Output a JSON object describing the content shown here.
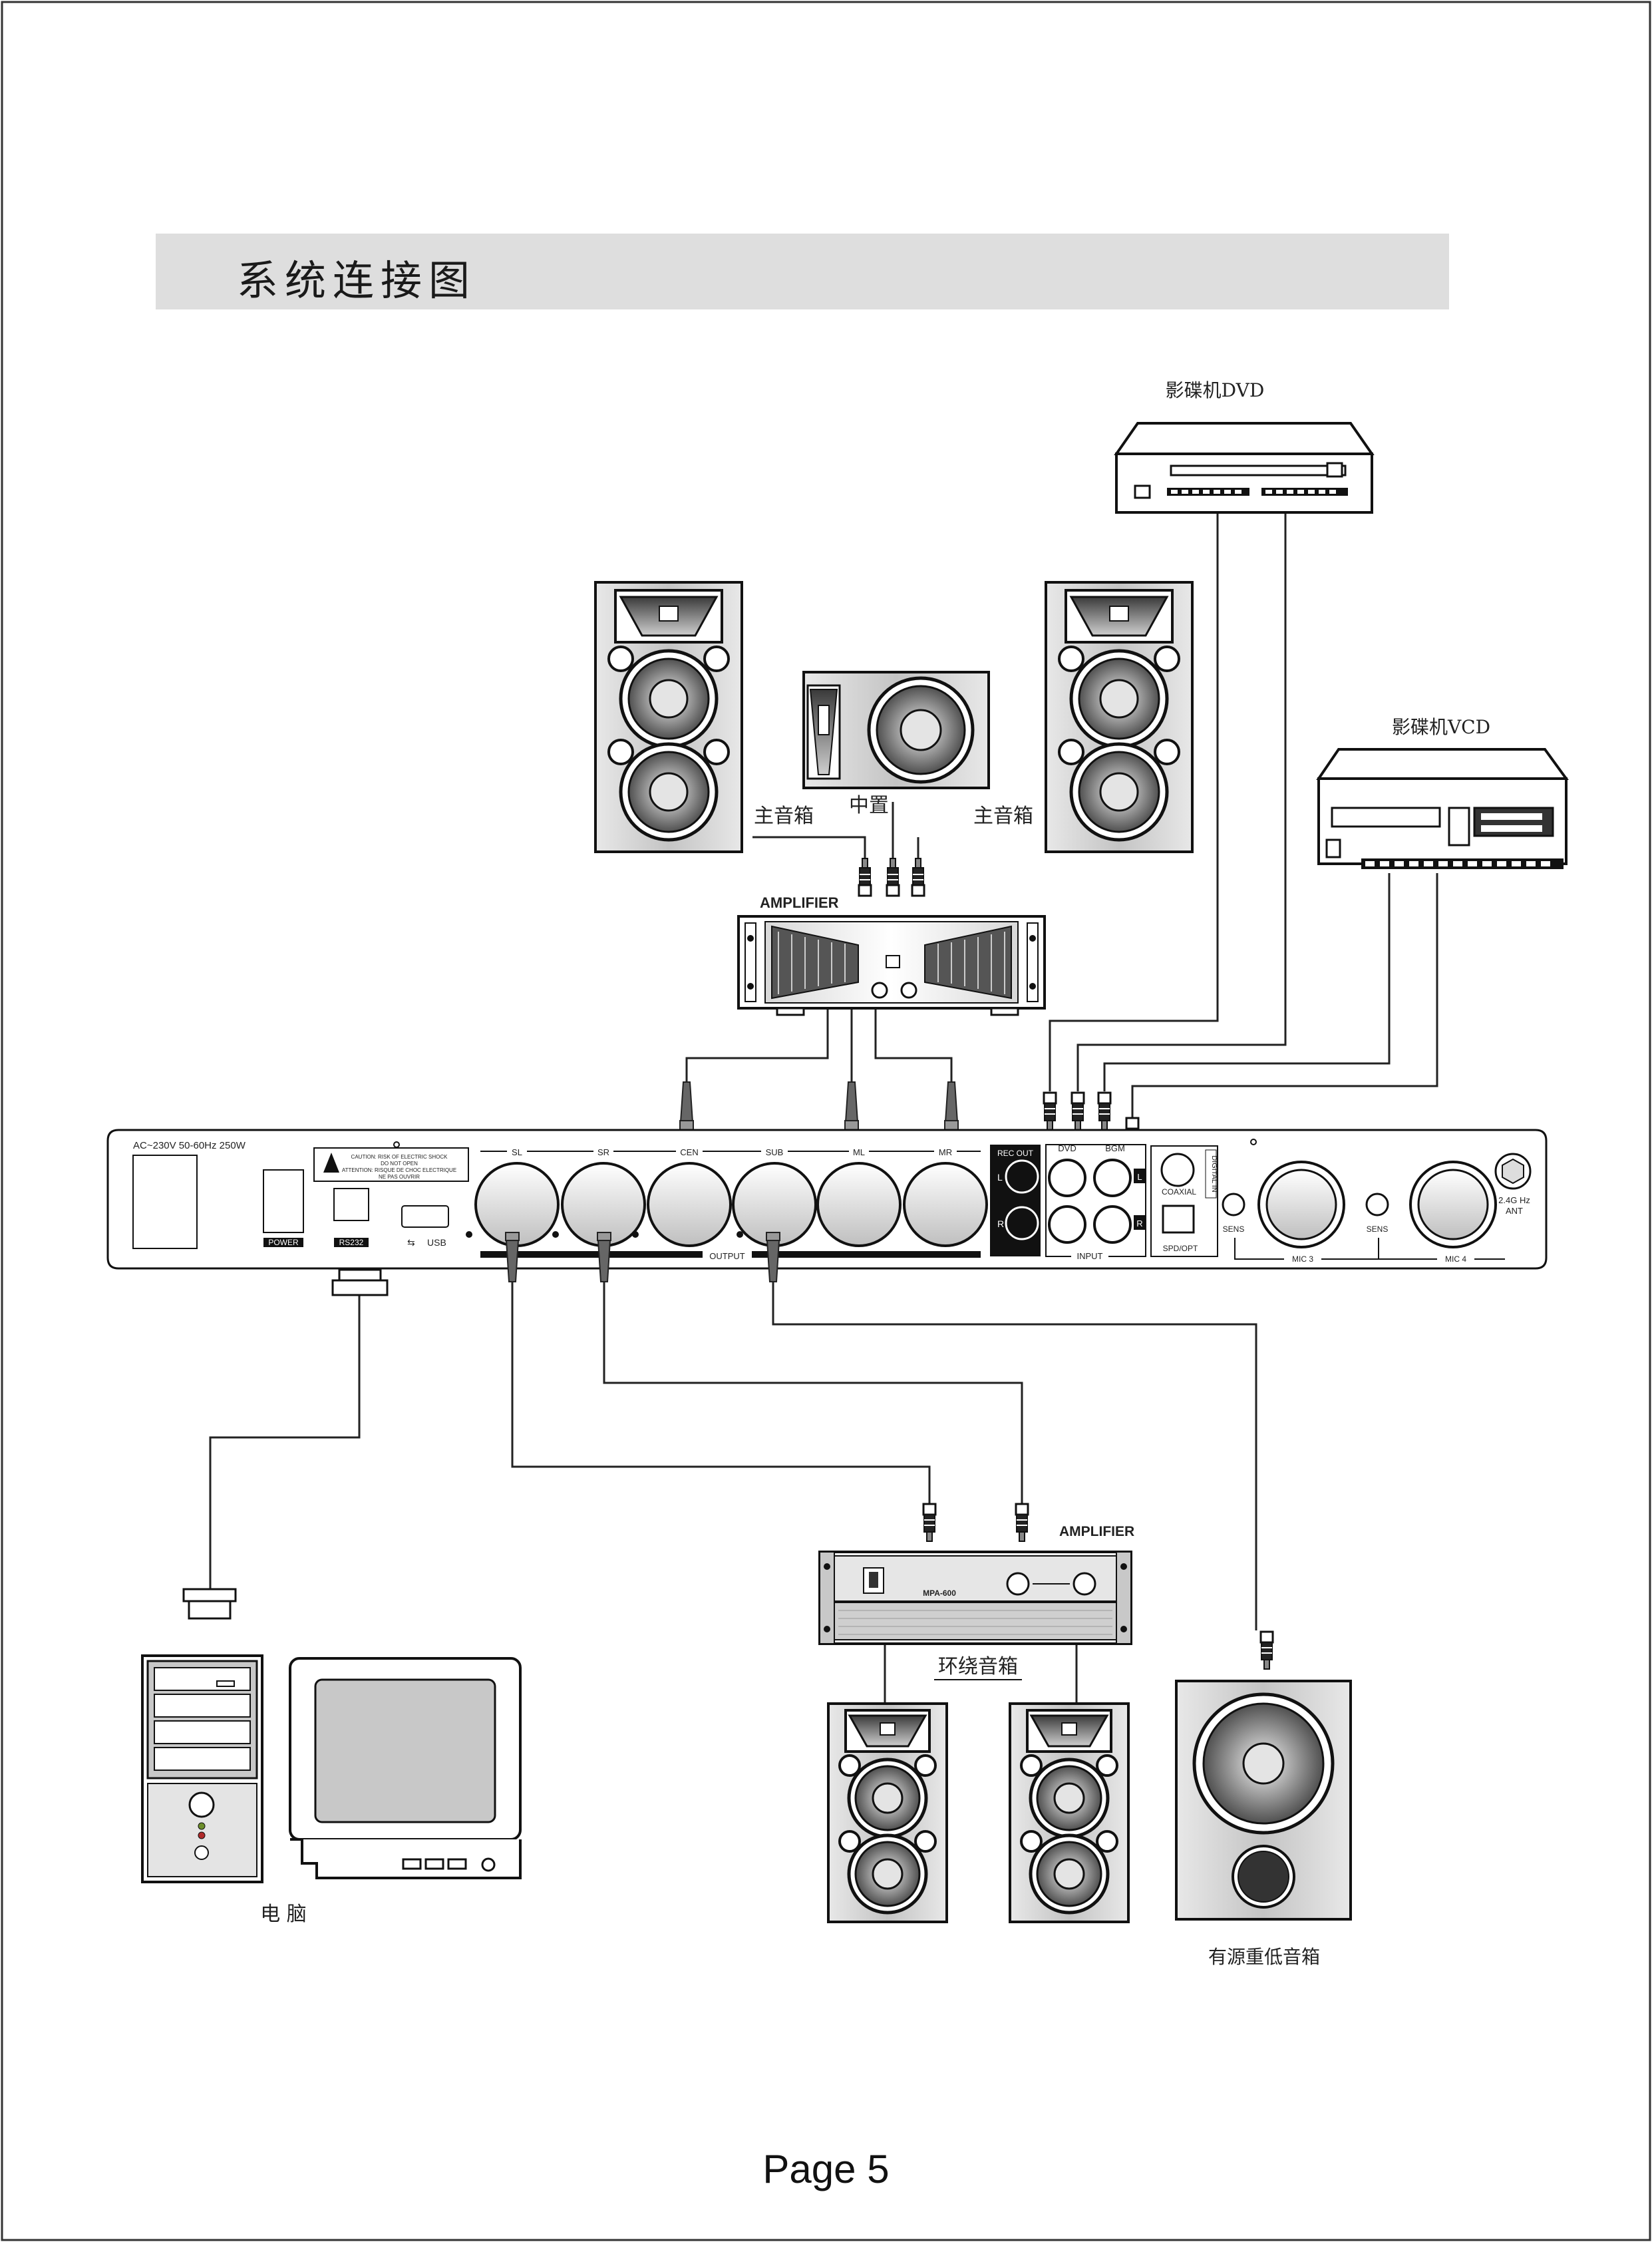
{
  "title": "系统连接图",
  "page_number": "Page 5",
  "labels": {
    "dvd_player": "影碟机DVD",
    "vcd_player": "影碟机VCD",
    "main_speaker_left": "主音箱",
    "center_speaker": "中置",
    "main_speaker_right": "主音箱",
    "amplifier_top": "AMPLIFIER",
    "amplifier_bottom": "AMPLIFIER",
    "amplifier_bottom_model": "MPA-600",
    "surround_speakers": "环绕音箱",
    "active_subwoofer": "有源重低音箱",
    "computer": "电 脑"
  },
  "rear_panel": {
    "power_rating": "AC~230V 50-60Hz 250W",
    "caution_lines": [
      "CAUTION: RISK OF ELECTRIC SHOCK",
      "DO NOT OPEN",
      "ATTENTION: RISQUE DE CHOC ELECTRIQUE",
      "NE PAS OUVRIR"
    ],
    "power_label": "POWER",
    "rs232_label": "RS232",
    "usb_label": "USB",
    "output_channels": [
      "SL",
      "SR",
      "CEN",
      "SUB",
      "ML",
      "MR"
    ],
    "output_label": "OUTPUT",
    "rec_out_label": "REC OUT",
    "rec_l": "L",
    "rec_r": "R",
    "dvd_label": "DVD",
    "bgm_label": "BGM",
    "input_l": "L",
    "input_r": "R",
    "input_label": "INPUT",
    "coaxial_label": "COAXIAL",
    "digital_in_label": "DIGITAL IN",
    "spd_opt_label": "SPD/OPT",
    "sens_left": "SENS",
    "sens_right": "SENS",
    "mic3_label": "MIC 3",
    "mic4_label": "MIC 4",
    "ant_label_1": "2.4G Hz",
    "ant_label_2": "ANT"
  }
}
